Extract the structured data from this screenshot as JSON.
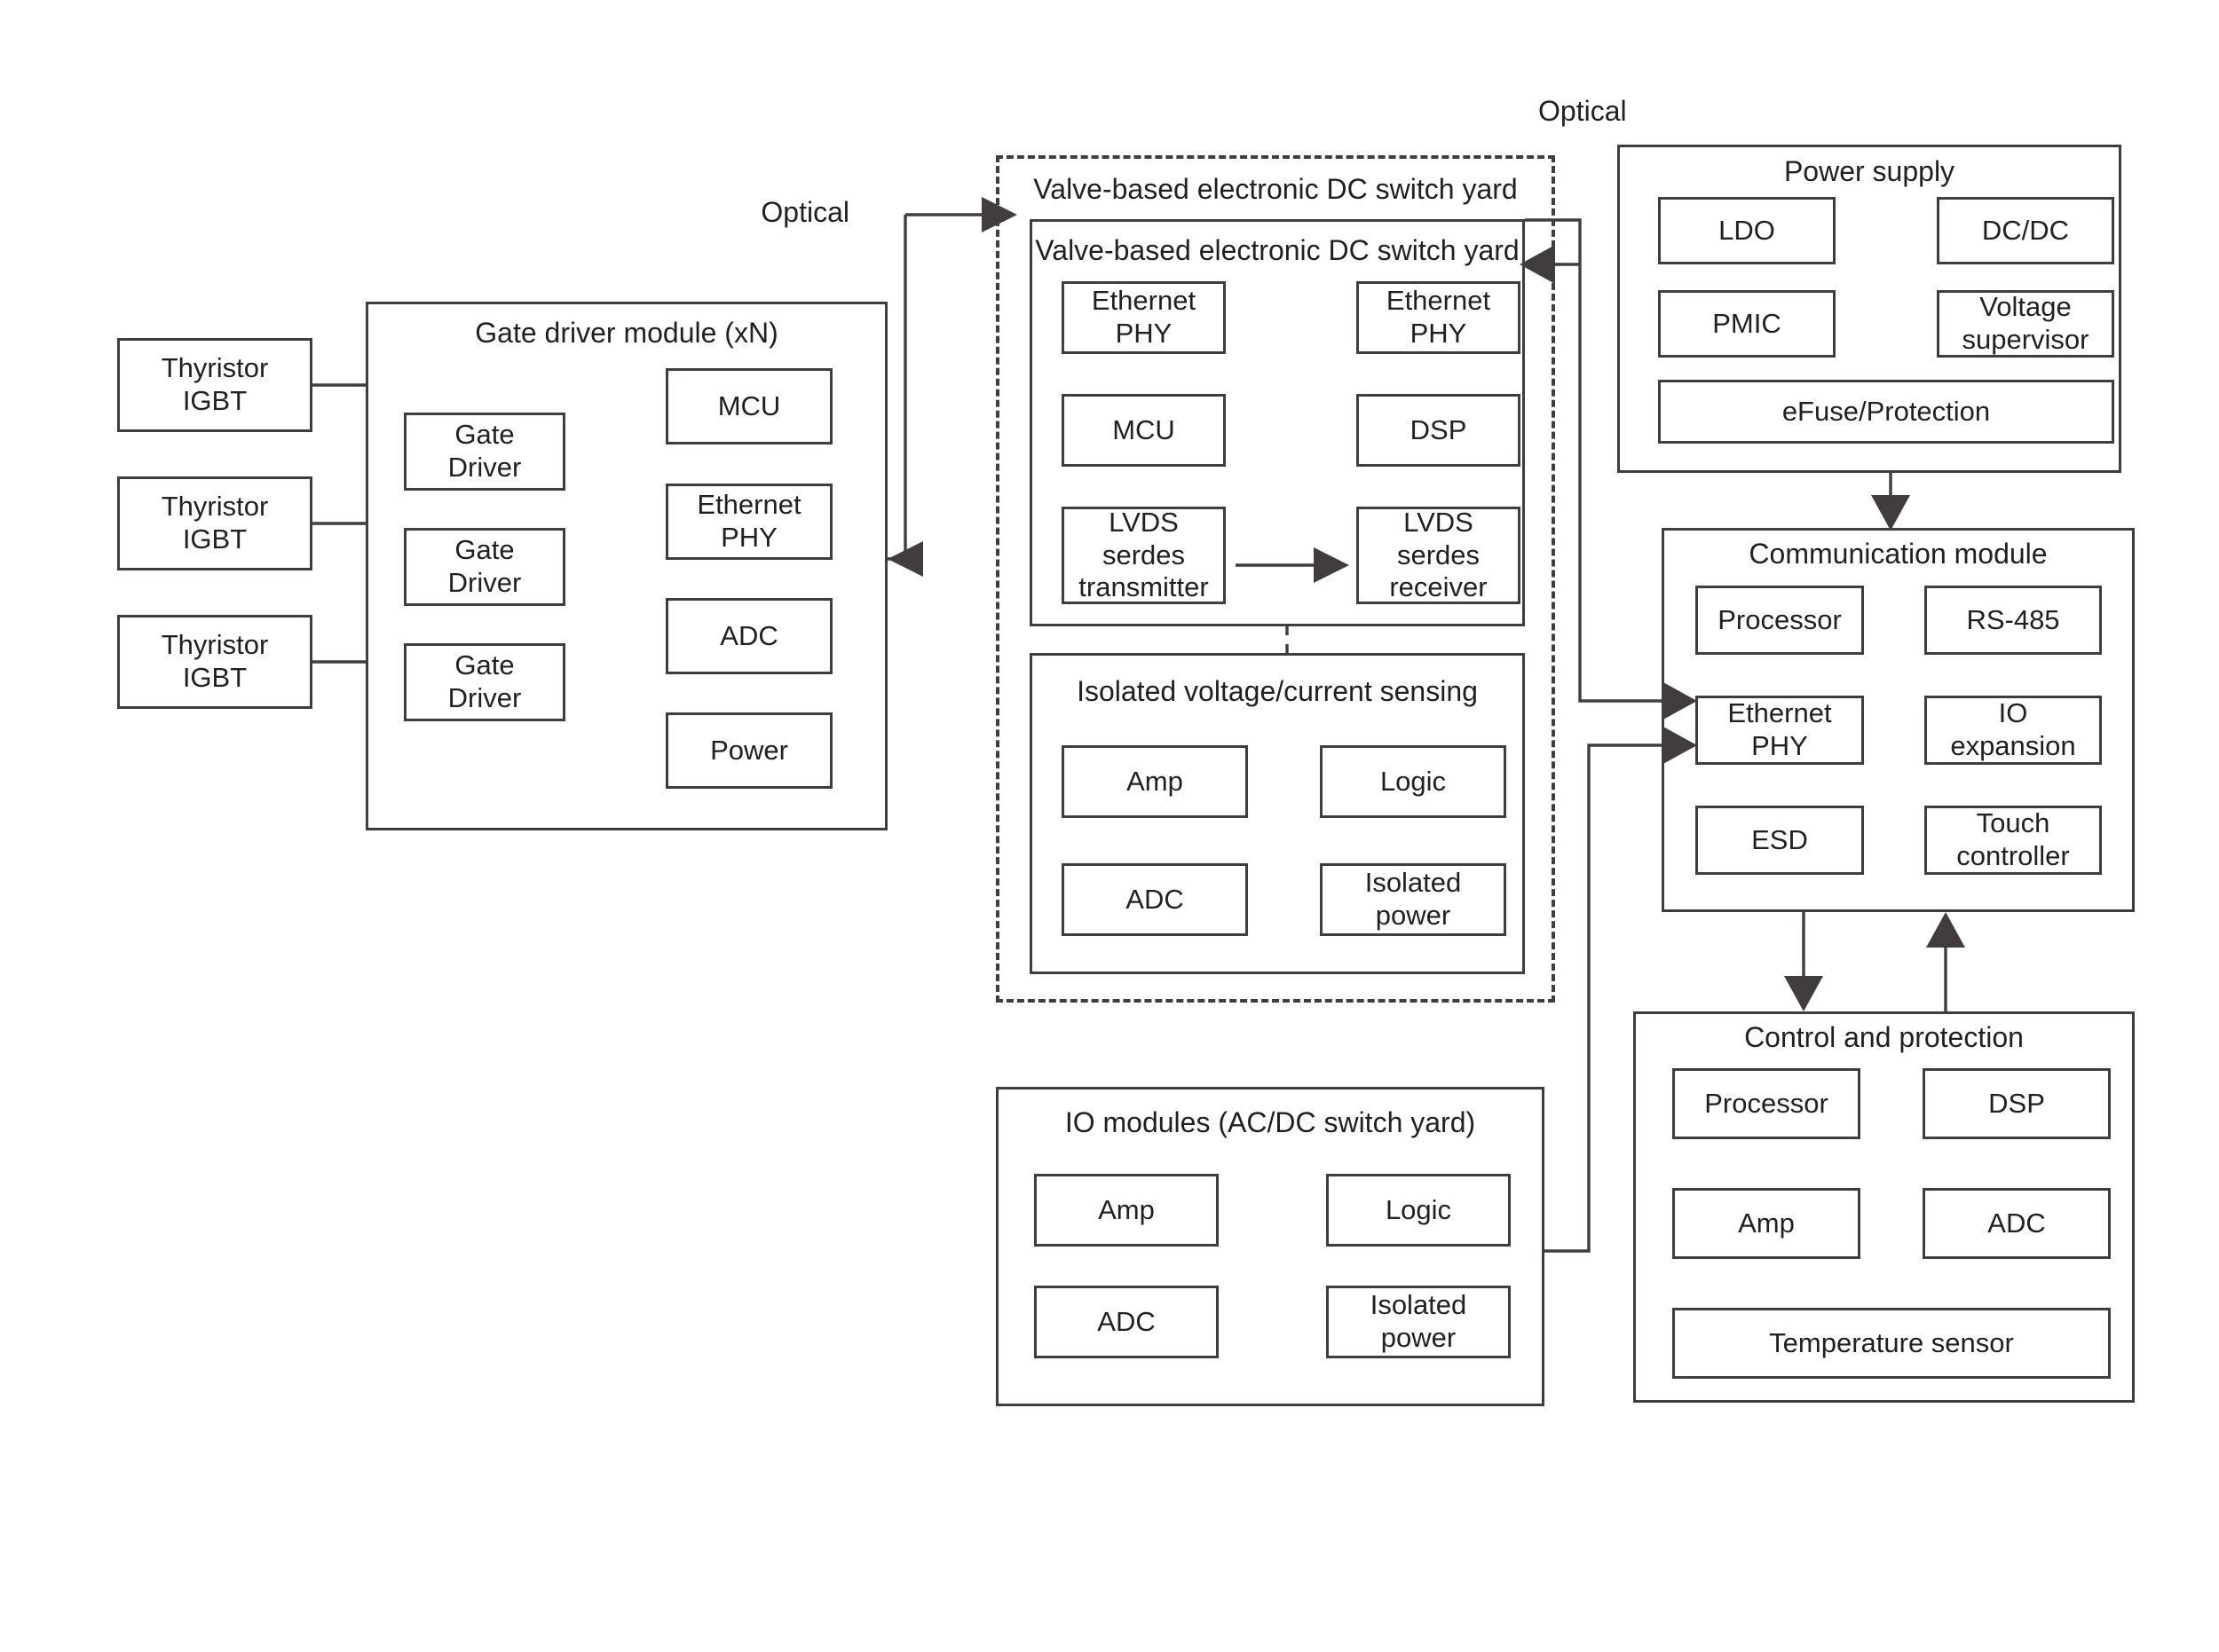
{
  "diagram": {
    "title_labels": {
      "optical_left": "Optical",
      "optical_top": "Optical"
    },
    "colors": {
      "line": "#413c3d",
      "text": "#231f20",
      "background": "#ffffff"
    },
    "devices": [
      {
        "label": "Thyristor\nIGBT"
      },
      {
        "label": "Thyristor\nIGBT"
      },
      {
        "label": "Thyristor\nIGBT"
      }
    ],
    "gate_driver_module": {
      "title": "Gate driver module (xN)",
      "drivers": [
        "Gate\nDriver",
        "Gate\nDriver",
        "Gate\nDriver"
      ],
      "parts": [
        "MCU",
        "Ethernet\nPHY",
        "ADC",
        "Power"
      ]
    },
    "valve_yard_outer": {
      "title": "Valve-based electronic DC switch yard",
      "inner": {
        "title": "Valve-based electronic DC switch yard",
        "parts_left": [
          "Ethernet\nPHY",
          "MCU",
          "LVDS\nserdes\ntransmitter"
        ],
        "parts_right": [
          "Ethernet\nPHY",
          "DSP",
          "LVDS\nserdes\nreceiver"
        ]
      },
      "sensing": {
        "title": "Isolated voltage/current sensing",
        "parts_left": [
          "Amp",
          "ADC"
        ],
        "parts_right": [
          "Logic",
          "Isolated\npower"
        ]
      }
    },
    "io_modules": {
      "title": "IO modules (AC/DC switch yard)",
      "parts_left": [
        "Amp",
        "ADC"
      ],
      "parts_right": [
        "Logic",
        "Isolated\npower"
      ]
    },
    "power_supply": {
      "title": "Power supply",
      "parts_left": [
        "LDO",
        "PMIC"
      ],
      "parts_right": [
        "DC/DC",
        "Voltage\nsupervisor"
      ],
      "parts_full": [
        "eFuse/Protection"
      ]
    },
    "communication_module": {
      "title": "Communication module",
      "parts_left": [
        "Processor",
        "Ethernet\nPHY",
        "ESD"
      ],
      "parts_right": [
        "RS-485",
        "IO expansion",
        "Touch\ncontroller"
      ]
    },
    "control_and_protection": {
      "title": "Control and protection",
      "parts_left": [
        "Processor",
        "Amp"
      ],
      "parts_right": [
        "DSP",
        "ADC"
      ],
      "parts_full": [
        "Temperature sensor"
      ]
    }
  }
}
